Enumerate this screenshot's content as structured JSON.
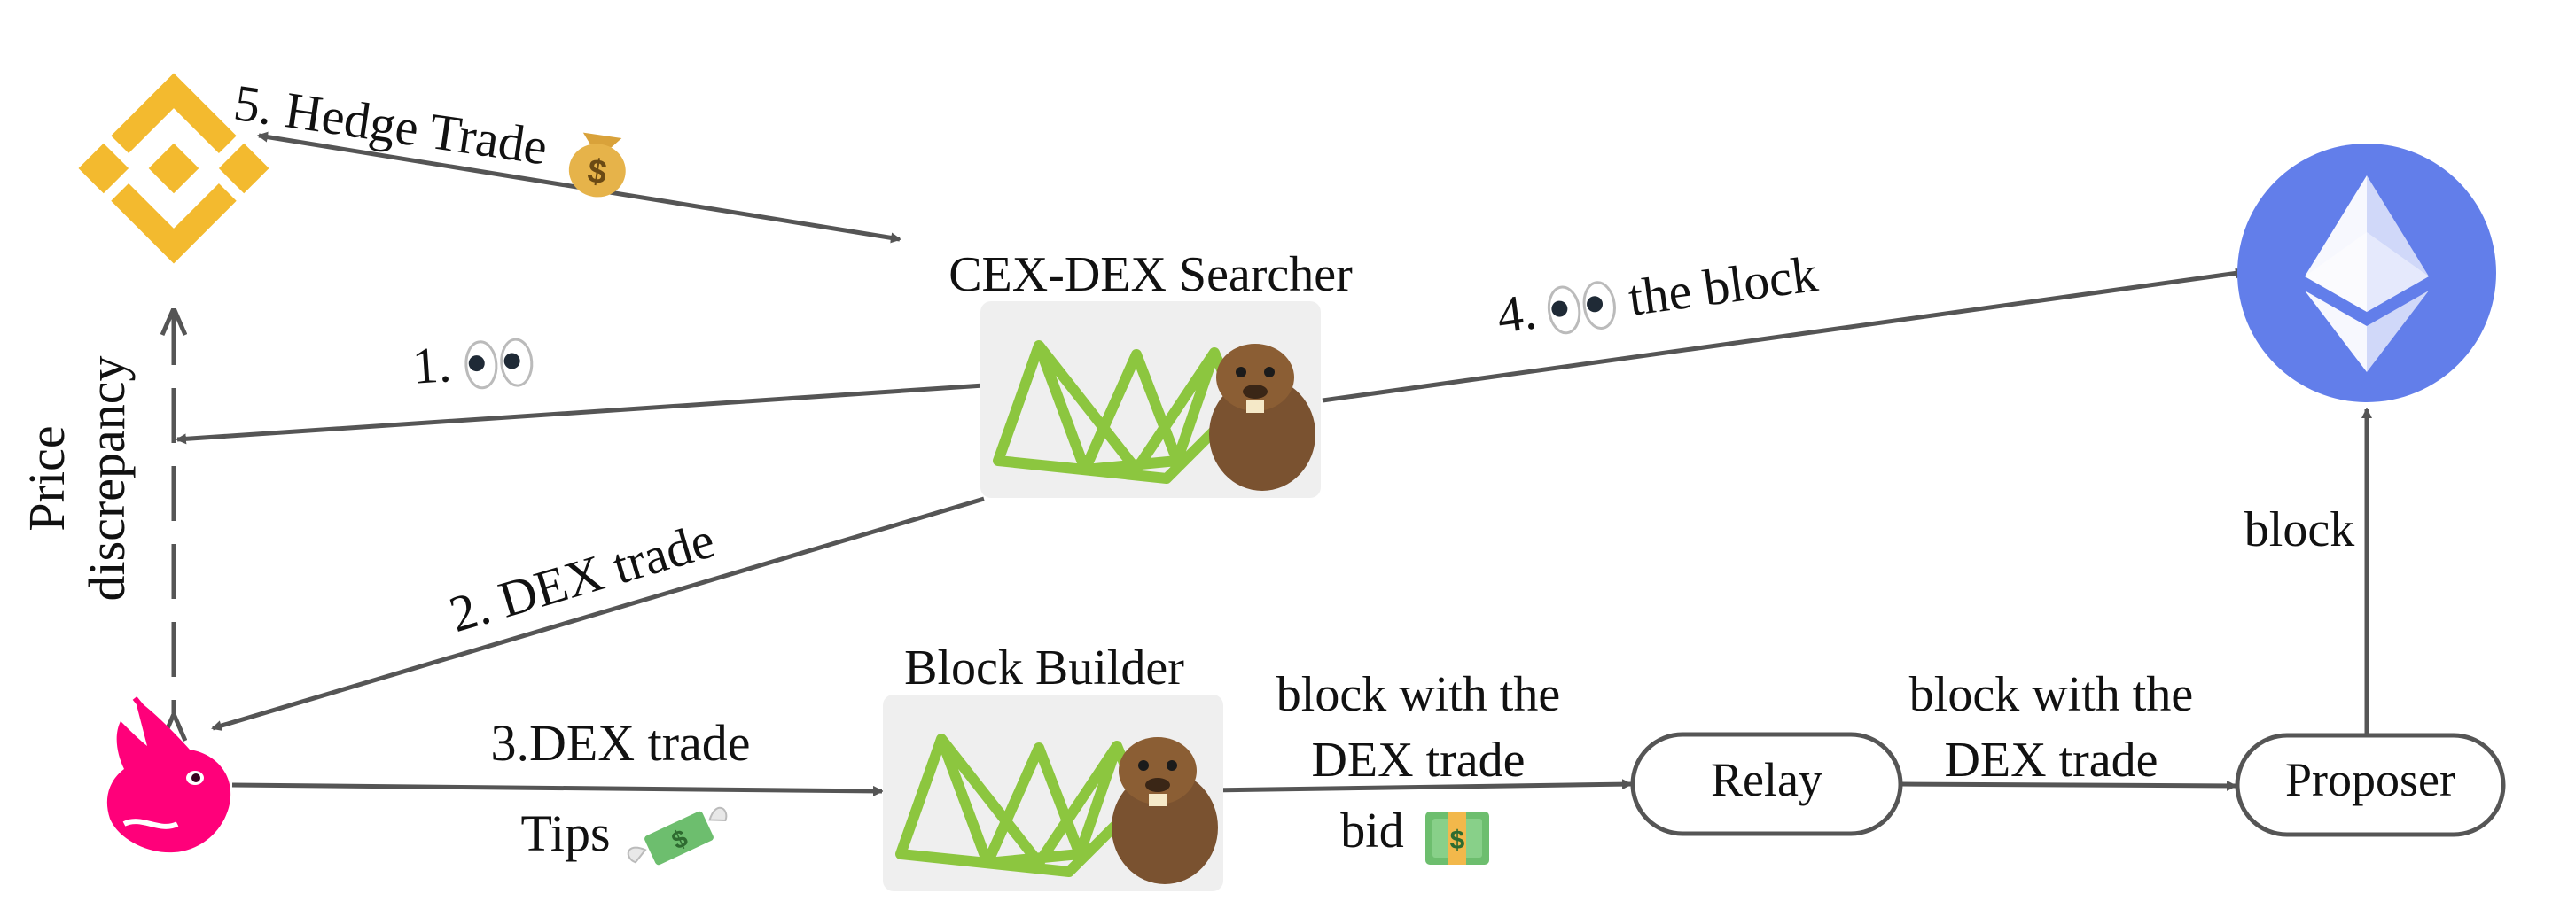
{
  "colors": {
    "arrow": "#555555",
    "binance": "#F3BA2F",
    "ethereum_bg": "#627EEA",
    "uniswap": "#FF007A",
    "searcher_green": "#8CC63F",
    "image_bg": "#EFEFEF",
    "beaver": "#7A5230"
  },
  "icons": {
    "binance": "binance-logo-icon",
    "ethereum": "ethereum-logo-icon",
    "uniswap": "uniswap-unicorn-icon",
    "searcher": "flashbots-beaver-icon",
    "builder": "flashbots-beaver-icon",
    "eyes": "eyes-emoji",
    "money_bag": "money-bag-emoji",
    "money_wings": "money-with-wings-emoji",
    "dollar": "dollar-banknote-emoji"
  },
  "labels": {
    "searcher": "CEX-DEX Searcher",
    "builder": "Block Builder",
    "relay": "Relay",
    "proposer": "Proposer",
    "price_line1": "Price",
    "price_line2": "discrepancy",
    "hedge": "5. Hedge Trade",
    "watch_prefix": "1.",
    "dex_trade": "2. DEX trade",
    "dex_trade3": "3.DEX trade",
    "tips": "Tips",
    "watch_block_prefix": "4.",
    "watch_block_suffix": "the block",
    "builder_to_relay_l1": "block with the",
    "builder_to_relay_l2": "DEX trade",
    "bid": "bid",
    "relay_to_proposer_l1": "block with the",
    "relay_to_proposer_l2": "DEX trade",
    "block": "block"
  }
}
